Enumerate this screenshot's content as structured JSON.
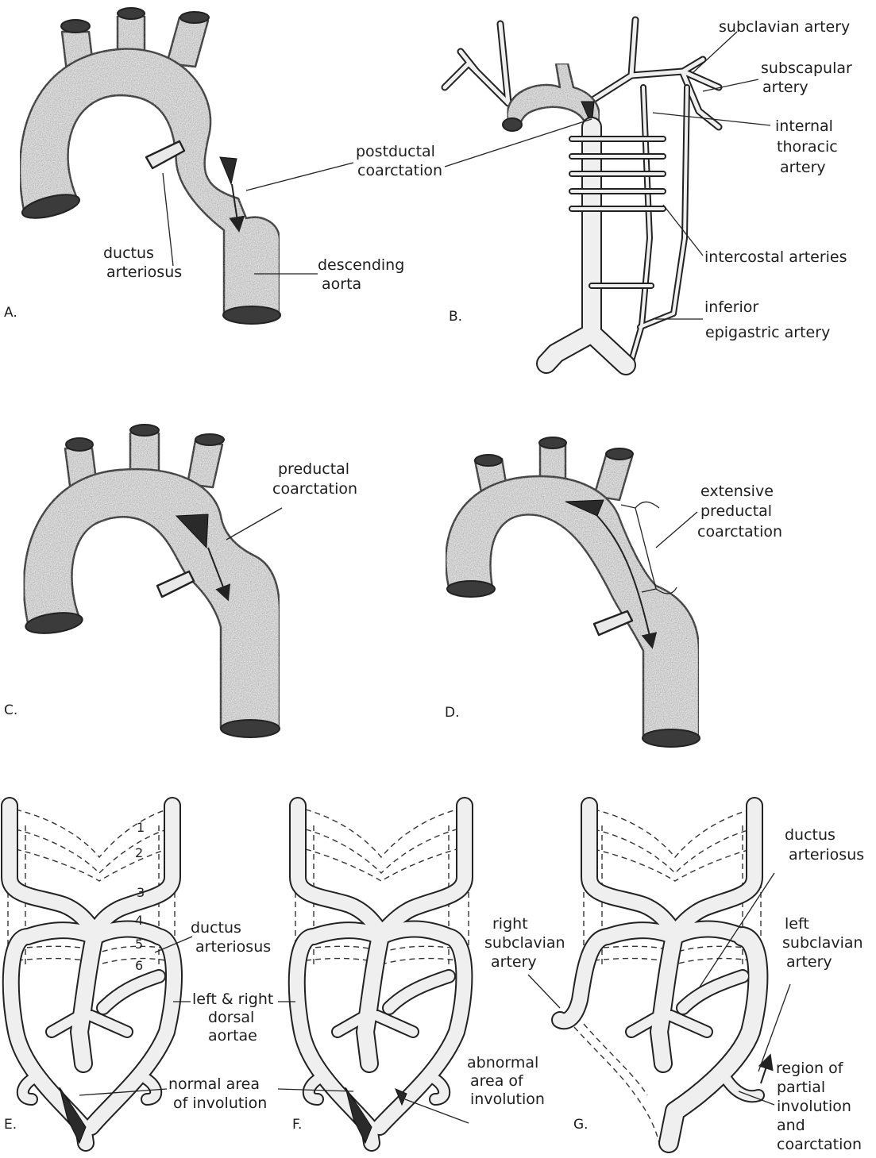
{
  "panels": {
    "A": {
      "letter": "A.",
      "labels": {
        "postductal": [
          "postductal",
          "coarctation"
        ],
        "ductus": [
          "ductus",
          "arteriosus"
        ],
        "descending": [
          "descending",
          "aorta"
        ]
      }
    },
    "B": {
      "letter": "B.",
      "labels": {
        "subclavian": [
          "subclavian artery"
        ],
        "subscapular": [
          "subscapular",
          "artery"
        ],
        "internal_thoracic": [
          "internal",
          "thoracic",
          "artery"
        ],
        "intercostal": [
          "intercostal arteries"
        ],
        "inferior_epigastric": [
          "inferior",
          "epigastric artery"
        ]
      }
    },
    "C": {
      "letter": "C.",
      "labels": {
        "preductal": [
          "preductal",
          "coarctation"
        ]
      }
    },
    "D": {
      "letter": "D.",
      "labels": {
        "extensive": [
          "extensive",
          "preductal",
          "coarctation"
        ]
      }
    },
    "E": {
      "letter": "E.",
      "arch_numbers": [
        "1",
        "2",
        "3",
        "4",
        "5",
        "6"
      ],
      "labels": {
        "ductus": [
          "ductus",
          "arteriosus"
        ],
        "dorsal": [
          "left & right",
          "dorsal",
          "aortae"
        ],
        "normal": [
          "normal area",
          "of involution"
        ]
      }
    },
    "F": {
      "letter": "F.",
      "labels": {
        "abnormal": [
          "abnormal",
          "area of",
          "involution"
        ]
      }
    },
    "G": {
      "letter": "G.",
      "labels": {
        "right_subclavian": [
          "right",
          "subclavian",
          "artery"
        ],
        "ductus": [
          "ductus",
          "arteriosus"
        ],
        "left_subclavian": [
          "left",
          "subclavian",
          "artery"
        ],
        "region": [
          "region of",
          "partial",
          "involution",
          "and",
          "coarctation"
        ]
      }
    }
  }
}
